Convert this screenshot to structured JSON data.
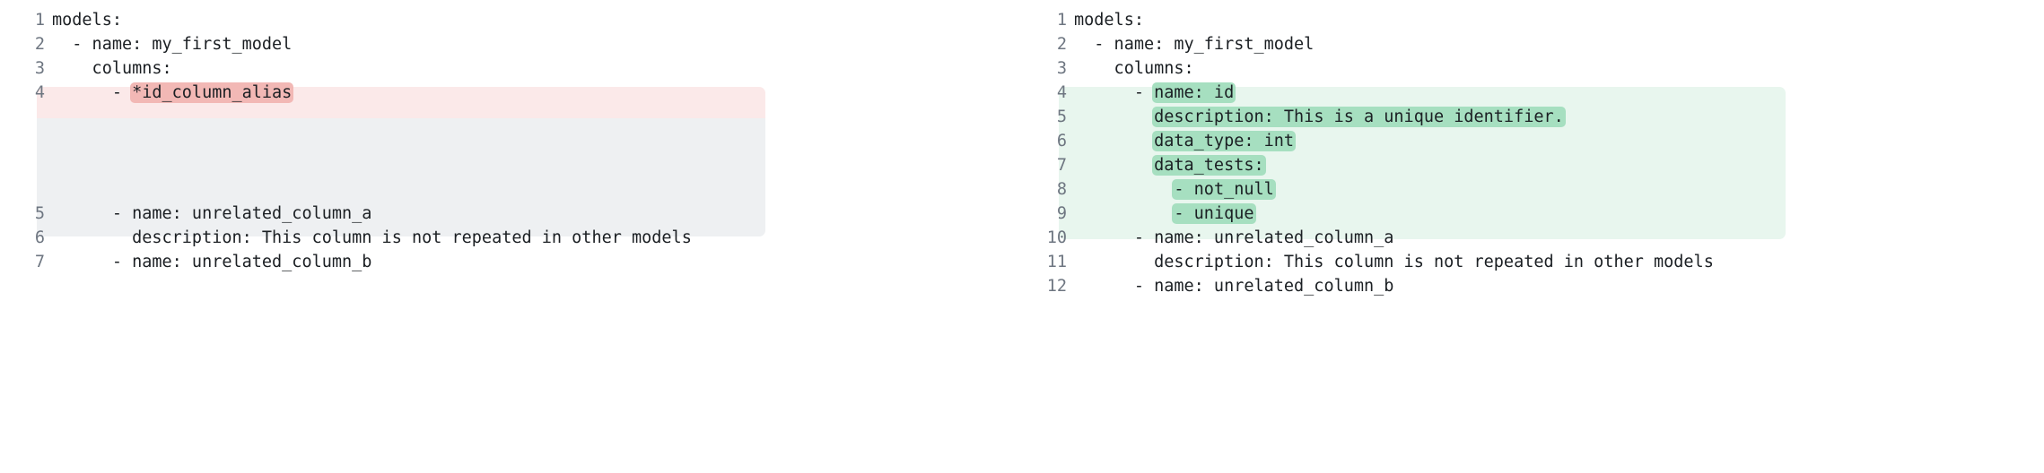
{
  "view": {
    "type": "side-by-side-code-diff",
    "language": "yaml",
    "colors": {
      "page_background": "#ffffff",
      "text": "#1b1f23",
      "line_number": "#6e7681",
      "deleted_line_background": "#fbe9e9",
      "deleted_word_background": "#f2b8b5",
      "placeholder_block_background": "#eef0f2",
      "added_line_background": "#e8f6ee",
      "added_word_background": "#a6dfc0"
    }
  },
  "left_panel": {
    "name": "before-version",
    "lines": [
      {
        "number": "1",
        "indent": 0,
        "segments": [
          {
            "text": "models:",
            "style": "plain"
          }
        ]
      },
      {
        "number": "2",
        "indent": 0,
        "segments": [
          {
            "text": "  - name: my_first_model",
            "style": "plain"
          }
        ]
      },
      {
        "number": "3",
        "indent": 0,
        "segments": [
          {
            "text": "    columns:",
            "style": "plain"
          }
        ]
      },
      {
        "number": "4",
        "indent": 0,
        "row_style": "deleted",
        "segments": [
          {
            "text": "      - ",
            "style": "plain"
          },
          {
            "text": "*id_column_alias",
            "style": "deleted-word"
          }
        ]
      },
      {
        "number": "",
        "row_style": "placeholder",
        "segments": []
      },
      {
        "number": "",
        "row_style": "placeholder",
        "segments": []
      },
      {
        "number": "",
        "row_style": "placeholder",
        "segments": []
      },
      {
        "number": "",
        "row_style": "placeholder",
        "segments": []
      },
      {
        "number": "5",
        "indent": 0,
        "segments": [
          {
            "text": "      - name: unrelated_column_a",
            "style": "plain"
          }
        ]
      },
      {
        "number": "6",
        "indent": 0,
        "segments": [
          {
            "text": "        description: This column is not repeated in other models",
            "style": "plain"
          }
        ]
      },
      {
        "number": "7",
        "indent": 0,
        "segments": [
          {
            "text": "      - name: unrelated_column_b",
            "style": "plain"
          }
        ]
      }
    ]
  },
  "right_panel": {
    "name": "after-version",
    "lines": [
      {
        "number": "1",
        "indent": 0,
        "segments": [
          {
            "text": "models:",
            "style": "plain"
          }
        ]
      },
      {
        "number": "2",
        "indent": 0,
        "segments": [
          {
            "text": "  - name: my_first_model",
            "style": "plain"
          }
        ]
      },
      {
        "number": "3",
        "indent": 0,
        "segments": [
          {
            "text": "    columns:",
            "style": "plain"
          }
        ]
      },
      {
        "number": "4",
        "indent": 0,
        "row_style": "added",
        "segments": [
          {
            "text": "      - ",
            "style": "plain"
          },
          {
            "text": "name: id",
            "style": "added-word"
          }
        ]
      },
      {
        "number": "5",
        "indent": 0,
        "row_style": "added",
        "segments": [
          {
            "text": "        ",
            "style": "plain"
          },
          {
            "text": "description: This is a unique identifier.",
            "style": "added-word"
          }
        ]
      },
      {
        "number": "6",
        "indent": 0,
        "row_style": "added",
        "segments": [
          {
            "text": "        ",
            "style": "plain"
          },
          {
            "text": "data_type: int",
            "style": "added-word"
          }
        ]
      },
      {
        "number": "7",
        "indent": 0,
        "row_style": "added",
        "segments": [
          {
            "text": "        ",
            "style": "plain"
          },
          {
            "text": "data_tests:",
            "style": "added-word"
          }
        ]
      },
      {
        "number": "8",
        "indent": 0,
        "row_style": "added",
        "segments": [
          {
            "text": "          ",
            "style": "plain"
          },
          {
            "text": "- not_null",
            "style": "added-word"
          }
        ]
      },
      {
        "number": "9",
        "indent": 0,
        "row_style": "added",
        "segments": [
          {
            "text": "          ",
            "style": "plain"
          },
          {
            "text": "- unique",
            "style": "added-word"
          }
        ]
      },
      {
        "number": "10",
        "indent": 0,
        "segments": [
          {
            "text": "      - name: unrelated_column_a",
            "style": "plain"
          }
        ]
      },
      {
        "number": "11",
        "indent": 0,
        "segments": [
          {
            "text": "        description: This column is not repeated in other models",
            "style": "plain"
          }
        ]
      },
      {
        "number": "12",
        "indent": 0,
        "segments": [
          {
            "text": "      - name: unrelated_column_b",
            "style": "plain"
          }
        ]
      }
    ]
  }
}
